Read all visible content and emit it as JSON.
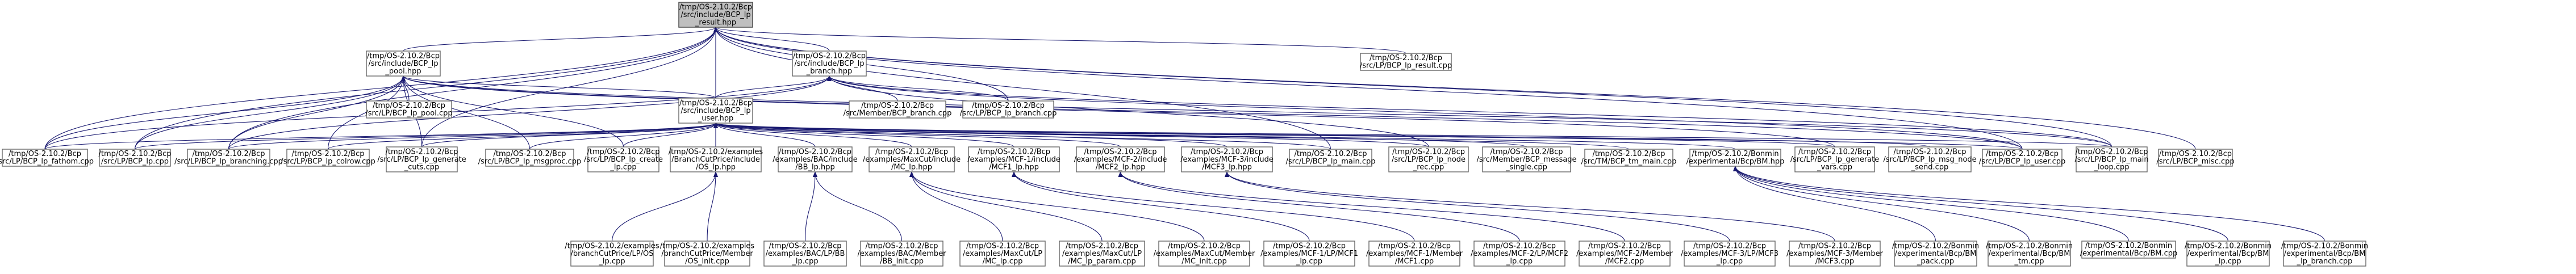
{
  "diagram": {
    "type": "include-dependency-graph",
    "root": "n0",
    "colors": {
      "edge": "#191970",
      "root_fill": "#bfbfbf",
      "node_fill": "#ffffff",
      "node_stroke": "#666666"
    },
    "nodes": [
      {
        "id": "n0",
        "lines": [
          "/tmp/OS-2.10.2/Bcp",
          "/src/include/BCP_lp",
          "_result.hpp"
        ]
      },
      {
        "id": "n1",
        "lines": [
          "/tmp/OS-2.10.2/Bcp",
          "/src/include/BCP_lp",
          "_pool.hpp"
        ]
      },
      {
        "id": "n2",
        "lines": [
          "/tmp/OS-2.10.2/Bcp",
          "/src/include/BCP_lp",
          "_branch.hpp"
        ]
      },
      {
        "id": "n3",
        "lines": [
          "/tmp/OS-2.10.2/Bcp",
          "/src/LP/BCP_lp_result.cpp"
        ]
      },
      {
        "id": "n4",
        "lines": [
          "/tmp/OS-2.10.2/Bcp",
          "/src/LP/BCP_lp_pool.cpp"
        ]
      },
      {
        "id": "n5",
        "lines": [
          "/tmp/OS-2.10.2/Bcp",
          "/src/include/BCP_lp",
          "_user.hpp"
        ]
      },
      {
        "id": "n6",
        "lines": [
          "/tmp/OS-2.10.2/Bcp",
          "/src/Member/BCP_branch.cpp"
        ]
      },
      {
        "id": "n7",
        "lines": [
          "/tmp/OS-2.10.2/Bcp",
          "/src/LP/BCP_lp_branch.cpp"
        ]
      },
      {
        "id": "n8",
        "lines": [
          "/tmp/OS-2.10.2/Bcp",
          "/src/LP/BCP_lp_fathom.cpp"
        ]
      },
      {
        "id": "n9",
        "lines": [
          "/tmp/OS-2.10.2/Bcp",
          "/src/LP/BCP_lp.cpp"
        ]
      },
      {
        "id": "n10",
        "lines": [
          "/tmp/OS-2.10.2/Bcp",
          "/src/LP/BCP_lp_branching.cpp"
        ]
      },
      {
        "id": "n11",
        "lines": [
          "/tmp/OS-2.10.2/Bcp",
          "/src/LP/BCP_lp_colrow.cpp"
        ]
      },
      {
        "id": "n12",
        "lines": [
          "/tmp/OS-2.10.2/Bcp",
          "/src/LP/BCP_lp_generate",
          "_cuts.cpp"
        ]
      },
      {
        "id": "n13",
        "lines": [
          "/tmp/OS-2.10.2/Bcp",
          "/src/LP/BCP_lp_msgproc.cpp"
        ]
      },
      {
        "id": "n14",
        "lines": [
          "/tmp/OS-2.10.2/Bcp",
          "/src/LP/BCP_lp_create",
          "_lp.cpp"
        ]
      },
      {
        "id": "n15",
        "lines": [
          "/tmp/OS-2.10.2/examples",
          "/BranchCutPrice/include",
          "/OS_lp.hpp"
        ]
      },
      {
        "id": "n16",
        "lines": [
          "/tmp/OS-2.10.2/Bcp",
          "/examples/BAC/include",
          "/BB_lp.hpp"
        ]
      },
      {
        "id": "n17",
        "lines": [
          "/tmp/OS-2.10.2/Bcp",
          "/examples/MaxCut/include",
          "/MC_lp.hpp"
        ]
      },
      {
        "id": "n18",
        "lines": [
          "/tmp/OS-2.10.2/Bcp",
          "/examples/MCF-1/include",
          "/MCF1_lp.hpp"
        ]
      },
      {
        "id": "n19",
        "lines": [
          "/tmp/OS-2.10.2/Bcp",
          "/examples/MCF-2/include",
          "/MCF2_lp.hpp"
        ]
      },
      {
        "id": "n20",
        "lines": [
          "/tmp/OS-2.10.2/Bcp",
          "/examples/MCF-3/include",
          "/MCF3_lp.hpp"
        ]
      },
      {
        "id": "n21",
        "lines": [
          "/tmp/OS-2.10.2/Bcp",
          "/src/LP/BCP_lp_main.cpp"
        ]
      },
      {
        "id": "n22",
        "lines": [
          "/tmp/OS-2.10.2/Bcp",
          "/src/LP/BCP_lp_node",
          "_rec.cpp"
        ]
      },
      {
        "id": "n23",
        "lines": [
          "/tmp/OS-2.10.2/Bcp",
          "/src/Member/BCP_message",
          "_single.cpp"
        ]
      },
      {
        "id": "n24",
        "lines": [
          "/tmp/OS-2.10.2/Bcp",
          "/src/TM/BCP_tm_main.cpp"
        ]
      },
      {
        "id": "n25",
        "lines": [
          "/tmp/OS-2.10.2/Bonmin",
          "/experimental/Bcp/BM.hpp"
        ]
      },
      {
        "id": "n26",
        "lines": [
          "/tmp/OS-2.10.2/Bcp",
          "/src/LP/BCP_lp_generate",
          "_vars.cpp"
        ]
      },
      {
        "id": "n27",
        "lines": [
          "/tmp/OS-2.10.2/Bcp",
          "/src/LP/BCP_lp_msg_node",
          "_send.cpp"
        ]
      },
      {
        "id": "n28",
        "lines": [
          "/tmp/OS-2.10.2/Bcp",
          "/src/LP/BCP_lp_user.cpp"
        ]
      },
      {
        "id": "n29",
        "lines": [
          "/tmp/OS-2.10.2/Bcp",
          "/src/LP/BCP_lp_main",
          "_loop.cpp"
        ]
      },
      {
        "id": "n30",
        "lines": [
          "/tmp/OS-2.10.2/Bcp",
          "/src/LP/BCP_misc.cpp"
        ]
      },
      {
        "id": "n31",
        "lines": [
          "/tmp/OS-2.10.2/examples",
          "/branchCutPrice/LP/OS",
          "_lp.cpp"
        ]
      },
      {
        "id": "n32",
        "lines": [
          "/tmp/OS-2.10.2/examples",
          "/branchCutPrice/Member",
          "/OS_init.cpp"
        ]
      },
      {
        "id": "n33",
        "lines": [
          "/tmp/OS-2.10.2/Bcp",
          "/examples/BAC/LP/BB",
          "_lp.cpp"
        ]
      },
      {
        "id": "n34",
        "lines": [
          "/tmp/OS-2.10.2/Bcp",
          "/examples/BAC/Member",
          "/BB_init.cpp"
        ]
      },
      {
        "id": "n35",
        "lines": [
          "/tmp/OS-2.10.2/Bcp",
          "/examples/MaxCut/LP",
          "/MC_lp.cpp"
        ]
      },
      {
        "id": "n36",
        "lines": [
          "/tmp/OS-2.10.2/Bcp",
          "/examples/MaxCut/LP",
          "/MC_lp_param.cpp"
        ]
      },
      {
        "id": "n37",
        "lines": [
          "/tmp/OS-2.10.2/Bcp",
          "/examples/MaxCut/Member",
          "/MC_init.cpp"
        ]
      },
      {
        "id": "n38",
        "lines": [
          "/tmp/OS-2.10.2/Bcp",
          "/examples/MCF-1/LP/MCF1",
          "_lp.cpp"
        ]
      },
      {
        "id": "n39",
        "lines": [
          "/tmp/OS-2.10.2/Bcp",
          "/examples/MCF-1/Member",
          "/MCF1.cpp"
        ]
      },
      {
        "id": "n40",
        "lines": [
          "/tmp/OS-2.10.2/Bcp",
          "/examples/MCF-2/LP/MCF2",
          "_lp.cpp"
        ]
      },
      {
        "id": "n41",
        "lines": [
          "/tmp/OS-2.10.2/Bcp",
          "/examples/MCF-2/Member",
          "/MCF2.cpp"
        ]
      },
      {
        "id": "n42",
        "lines": [
          "/tmp/OS-2.10.2/Bcp",
          "/examples/MCF-3/LP/MCF3",
          "_lp.cpp"
        ]
      },
      {
        "id": "n43",
        "lines": [
          "/tmp/OS-2.10.2/Bcp",
          "/examples/MCF-3/Member",
          "/MCF3.cpp"
        ]
      },
      {
        "id": "n44",
        "lines": [
          "/tmp/OS-2.10.2/Bonmin",
          "/experimental/Bcp/BM",
          "_pack.cpp"
        ]
      },
      {
        "id": "n45",
        "lines": [
          "/tmp/OS-2.10.2/Bonmin",
          "/experimental/Bcp/BM",
          "_tm.cpp"
        ]
      },
      {
        "id": "n46",
        "lines": [
          "/tmp/OS-2.10.2/Bonmin",
          "/experimental/Bcp/BM.cpp"
        ]
      },
      {
        "id": "n47",
        "lines": [
          "/tmp/OS-2.10.2/Bonmin",
          "/experimental/Bcp/BM",
          "_lp.cpp"
        ]
      },
      {
        "id": "n48",
        "lines": [
          "/tmp/OS-2.10.2/Bonmin",
          "/experimental/Bcp/BM",
          "_lp_branch.cpp"
        ]
      }
    ],
    "edges": [
      [
        "n1",
        "n0"
      ],
      [
        "n2",
        "n0"
      ],
      [
        "n3",
        "n0"
      ],
      [
        "n5",
        "n0"
      ],
      [
        "n7",
        "n0"
      ],
      [
        "n8",
        "n0"
      ],
      [
        "n9",
        "n0"
      ],
      [
        "n10",
        "n0"
      ],
      [
        "n12",
        "n0"
      ],
      [
        "n21",
        "n0"
      ],
      [
        "n28",
        "n0"
      ],
      [
        "n29",
        "n0"
      ],
      [
        "n30",
        "n0"
      ],
      [
        "n4",
        "n1"
      ],
      [
        "n5",
        "n1"
      ],
      [
        "n8",
        "n1"
      ],
      [
        "n9",
        "n1"
      ],
      [
        "n10",
        "n1"
      ],
      [
        "n11",
        "n1"
      ],
      [
        "n12",
        "n1"
      ],
      [
        "n13",
        "n1"
      ],
      [
        "n14",
        "n1"
      ],
      [
        "n28",
        "n1"
      ],
      [
        "n29",
        "n1"
      ],
      [
        "n26",
        "n1"
      ],
      [
        "n5",
        "n2"
      ],
      [
        "n6",
        "n2"
      ],
      [
        "n7",
        "n2"
      ],
      [
        "n8",
        "n2"
      ],
      [
        "n10",
        "n2"
      ],
      [
        "n28",
        "n2"
      ],
      [
        "n29",
        "n2"
      ],
      [
        "n22",
        "n2"
      ],
      [
        "n8",
        "n5"
      ],
      [
        "n9",
        "n5"
      ],
      [
        "n10",
        "n5"
      ],
      [
        "n11",
        "n5"
      ],
      [
        "n12",
        "n5"
      ],
      [
        "n13",
        "n5"
      ],
      [
        "n14",
        "n5"
      ],
      [
        "n15",
        "n5"
      ],
      [
        "n16",
        "n5"
      ],
      [
        "n17",
        "n5"
      ],
      [
        "n18",
        "n5"
      ],
      [
        "n19",
        "n5"
      ],
      [
        "n20",
        "n5"
      ],
      [
        "n21",
        "n5"
      ],
      [
        "n22",
        "n5"
      ],
      [
        "n23",
        "n5"
      ],
      [
        "n24",
        "n5"
      ],
      [
        "n25",
        "n5"
      ],
      [
        "n26",
        "n5"
      ],
      [
        "n27",
        "n5"
      ],
      [
        "n28",
        "n5"
      ],
      [
        "n29",
        "n5"
      ],
      [
        "n31",
        "n15"
      ],
      [
        "n32",
        "n15"
      ],
      [
        "n33",
        "n16"
      ],
      [
        "n34",
        "n16"
      ],
      [
        "n35",
        "n17"
      ],
      [
        "n36",
        "n17"
      ],
      [
        "n37",
        "n17"
      ],
      [
        "n38",
        "n18"
      ],
      [
        "n39",
        "n18"
      ],
      [
        "n40",
        "n19"
      ],
      [
        "n41",
        "n19"
      ],
      [
        "n42",
        "n20"
      ],
      [
        "n43",
        "n20"
      ],
      [
        "n44",
        "n25"
      ],
      [
        "n45",
        "n25"
      ],
      [
        "n46",
        "n25"
      ],
      [
        "n47",
        "n25"
      ],
      [
        "n48",
        "n25"
      ]
    ]
  }
}
